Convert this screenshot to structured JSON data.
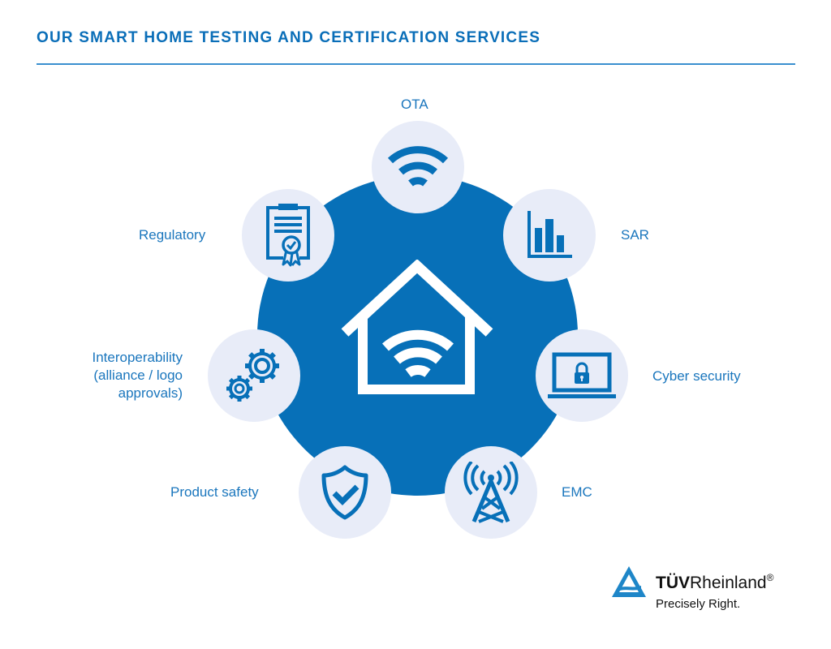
{
  "header": {
    "title": "OUR SMART HOME TESTING AND CERTIFICATION SERVICES"
  },
  "colors": {
    "primary": "#0770b8",
    "title": "#0a6eb8",
    "rule": "#3a8fcf",
    "icon_bg": "#e8ecf8",
    "label": "#1a76bd"
  },
  "diagram": {
    "center": {
      "icon": "smart-home-wifi-icon"
    },
    "services": [
      {
        "id": "ota",
        "label": "OTA",
        "icon": "wifi-icon"
      },
      {
        "id": "sar",
        "label": "SAR",
        "icon": "bar-chart-icon"
      },
      {
        "id": "cyber",
        "label": "Cyber security",
        "icon": "laptop-lock-icon"
      },
      {
        "id": "emc",
        "label": "EMC",
        "icon": "antenna-tower-icon"
      },
      {
        "id": "safety",
        "label": "Product safety",
        "icon": "shield-check-icon"
      },
      {
        "id": "interop",
        "label_lines": [
          "Interoperability",
          "(alliance / logo",
          "approvals)"
        ],
        "icon": "gears-icon"
      },
      {
        "id": "regulatory",
        "label": "Regulatory",
        "icon": "certificate-clipboard-icon"
      }
    ]
  },
  "footer": {
    "brand_bold": "TÜV",
    "brand_rest": "Rheinland",
    "registered": "®",
    "tagline": "Precisely Right."
  }
}
